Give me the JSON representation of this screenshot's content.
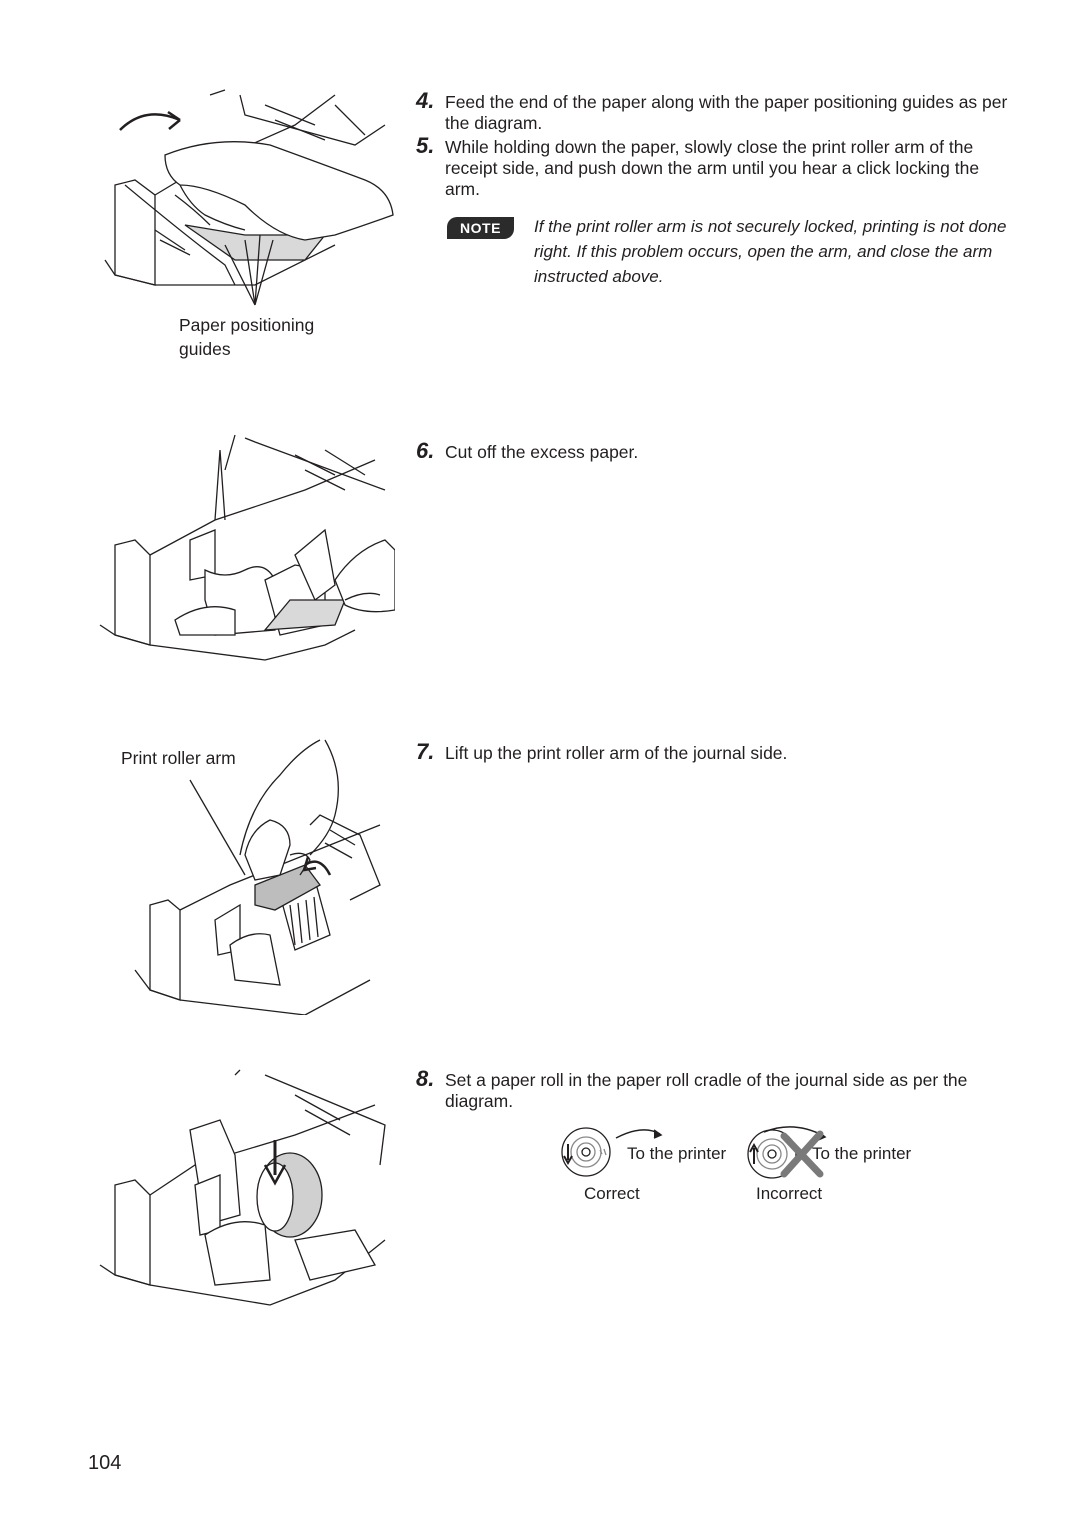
{
  "steps": [
    {
      "num": "4.",
      "text": "Feed the end of the paper along with the paper positioning guides as per the diagram."
    },
    {
      "num": "5.",
      "text": "While holding down the paper, slowly close the print roller arm of the receipt side, and push down the arm until you hear a click locking the arm."
    },
    {
      "num": "6.",
      "text": "Cut off the excess paper."
    },
    {
      "num": "7.",
      "text": "Lift up the print roller arm of the journal side."
    },
    {
      "num": "8.",
      "text": "Set a paper roll in the paper roll cradle of the journal side as per the diagram."
    }
  ],
  "note": {
    "badge": "NOTE",
    "text": "If the print roller arm is not securely locked, printing is not done right. If this problem occurs, open the arm, and close the arm instructed above."
  },
  "figures": {
    "guides_caption": "Paper positioning guides",
    "arm_caption": "Print roller arm"
  },
  "roll_orientation": {
    "correct_arrow_label": "To the printer",
    "correct_label": "Correct",
    "incorrect_arrow_label": "To the printer",
    "incorrect_label": "Incorrect"
  },
  "page_number": "104"
}
